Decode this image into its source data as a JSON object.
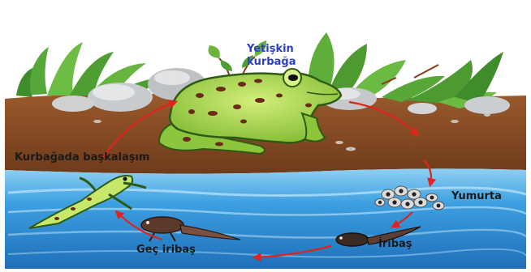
{
  "labels": {
    "adult": [
      "Yetişkin",
      "kurbağa"
    ],
    "metamorphosis": "Kurbağada başkalaşım",
    "eggs": "Yumurta",
    "tadpole": "İribaş",
    "late_tadpole": "Geç iribaş"
  },
  "colors": {
    "adult_label": "#2d3fc8",
    "label_text": "#1a1a1a",
    "arrow": "#e0231c",
    "soil": "#8a4f27",
    "water": "#2c8fd6",
    "frog_skin": "#8fc63b"
  },
  "icons": [
    "frog-icon",
    "froglet-icon",
    "late-tadpole-icon",
    "tadpole-icon",
    "frog-eggs-icon",
    "plant-icon",
    "rock-icon"
  ]
}
